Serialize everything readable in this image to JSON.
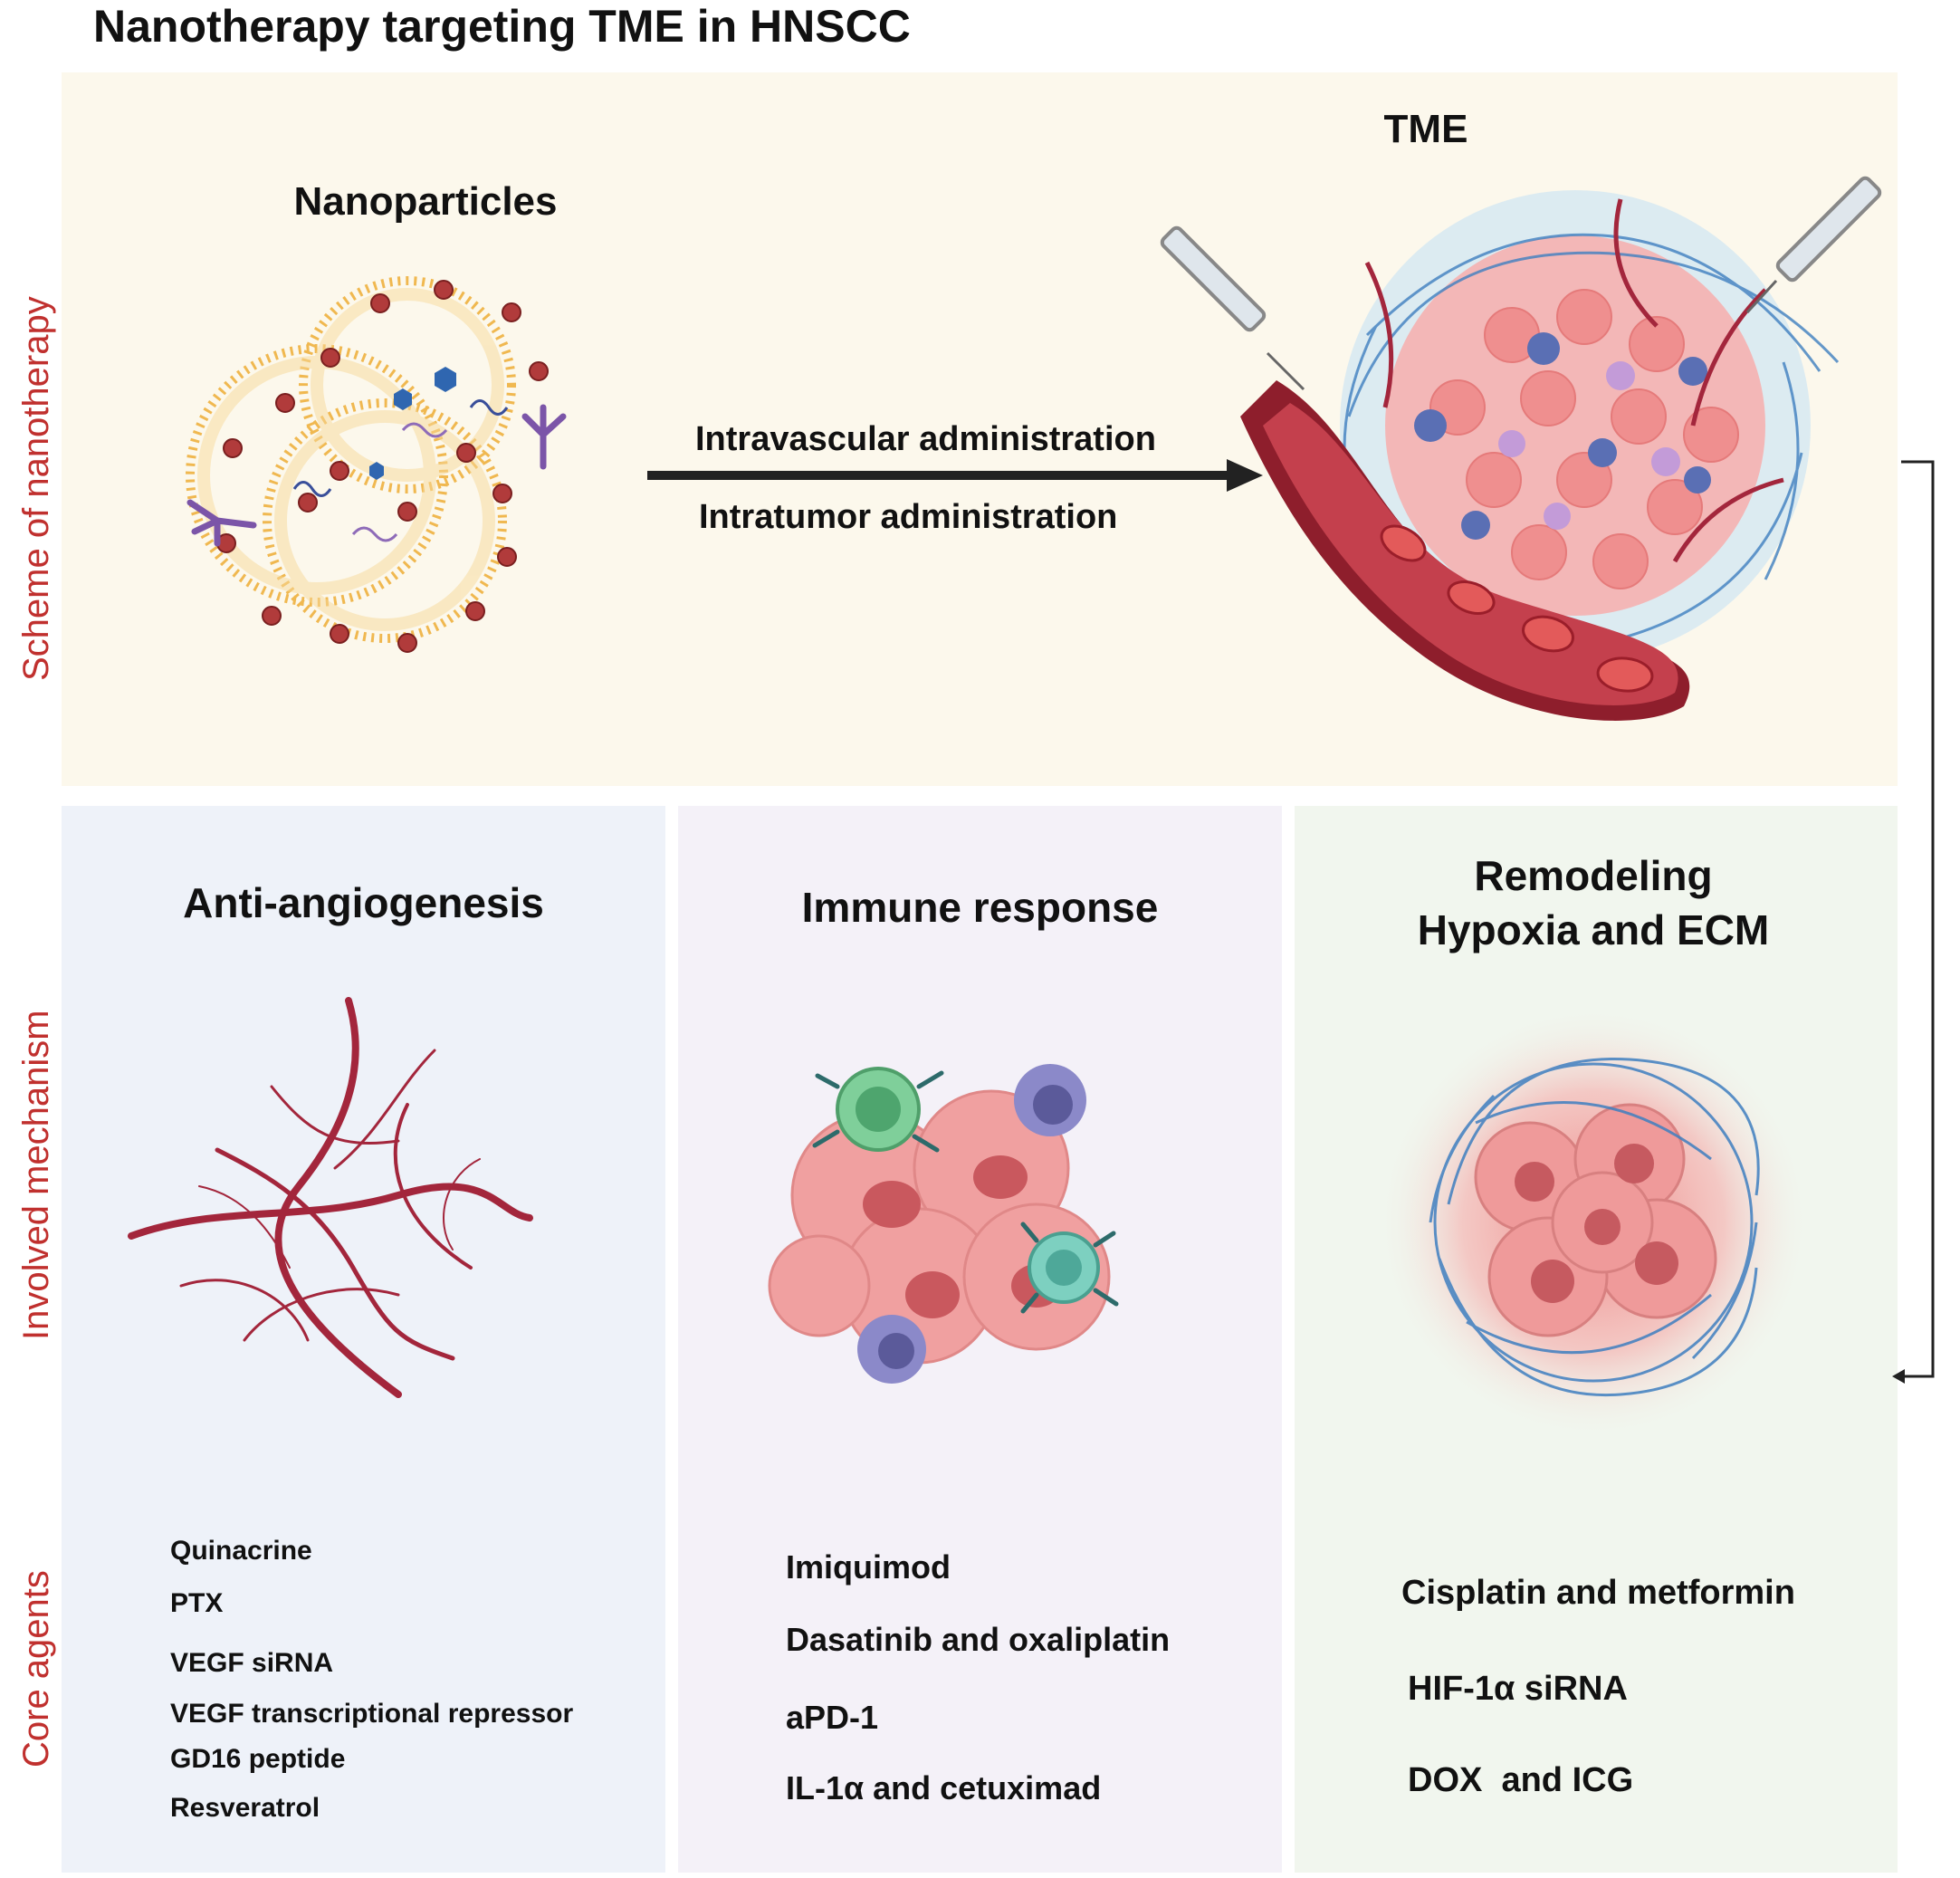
{
  "title": "Nanotherapy targeting TME in HNSCC",
  "side_labels": {
    "scheme": "Scheme of nanotherapy",
    "mechanism": "Involved mechanism",
    "agents": "Core agents"
  },
  "scheme": {
    "nanoparticles_label": "Nanoparticles",
    "tme_label": "TME",
    "route_top": "Intravascular administration",
    "route_bottom": "Intratumor administration"
  },
  "mechanisms": [
    {
      "heading_lines": [
        "Anti-angiogenesis"
      ],
      "agents": [
        "Quinacrine",
        "PTX",
        "VEGF siRNA",
        "VEGF transcriptional repressor",
        "GD16 peptide",
        "Resveratrol"
      ]
    },
    {
      "heading_lines": [
        "Immune response"
      ],
      "agents": [
        "Imiquimod",
        "Dasatinib and oxaliplatin",
        "aPD-1",
        "IL-1α and cetuximad"
      ]
    },
    {
      "heading_lines": [
        "Remodeling",
        "Hypoxia and ECM"
      ],
      "agents": [
        "Cisplatin and metformin",
        "HIF-1α siRNA",
        "DOX  and ICG"
      ]
    }
  ],
  "colors": {
    "scheme_bg": "#fcf8ec",
    "angio_bg": "#eef2f9",
    "immune_bg": "#f4f1f8",
    "remodel_bg": "#f1f6ee",
    "side_label": "#c0302e",
    "vessel": "#a3263c"
  }
}
